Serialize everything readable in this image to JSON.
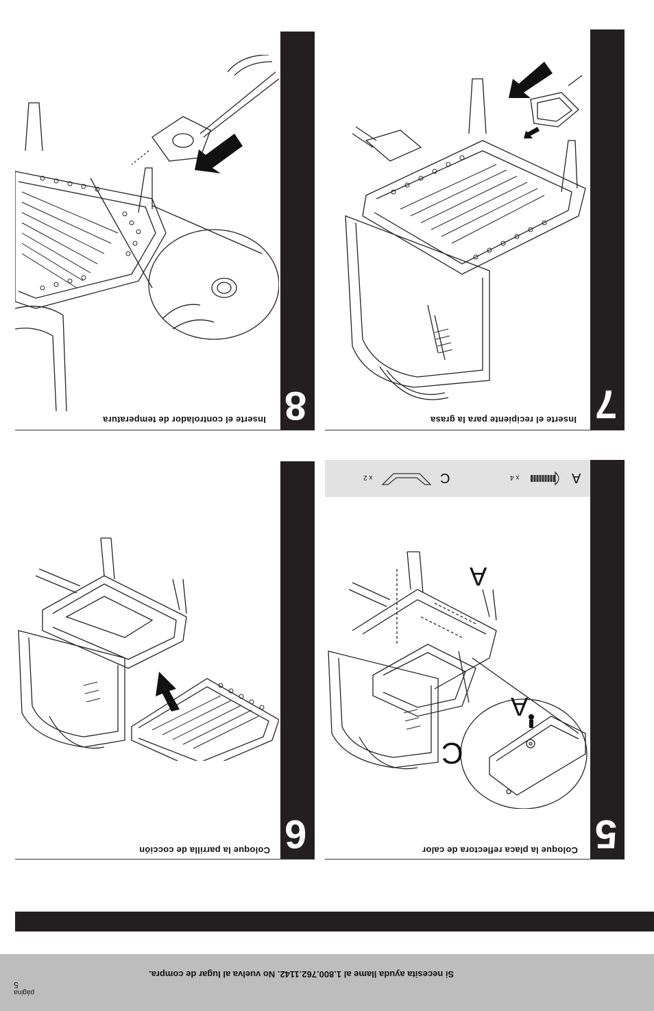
{
  "steps": [
    {
      "number": "8",
      "caption": "Inserte el controlador de temperatura"
    },
    {
      "number": "7",
      "caption": "Inserte el recipiente para la grasa"
    },
    {
      "number": "6",
      "caption": "Coloque la parrilla de cocción"
    },
    {
      "number": "5",
      "caption": "Coloque la placa reflectora de calor"
    }
  ],
  "parts": {
    "a_label": "A",
    "a_qty": "x 4",
    "c_label": "C",
    "c_qty": "x 2"
  },
  "callouts": {
    "a1": "A",
    "a2": "A",
    "c": "C"
  },
  "footer": {
    "help_text": "Si necesita ayuda llame al 1.800.762.1142. No vuelva al lugar de compra.",
    "page_label": "página",
    "page_number": "5"
  }
}
